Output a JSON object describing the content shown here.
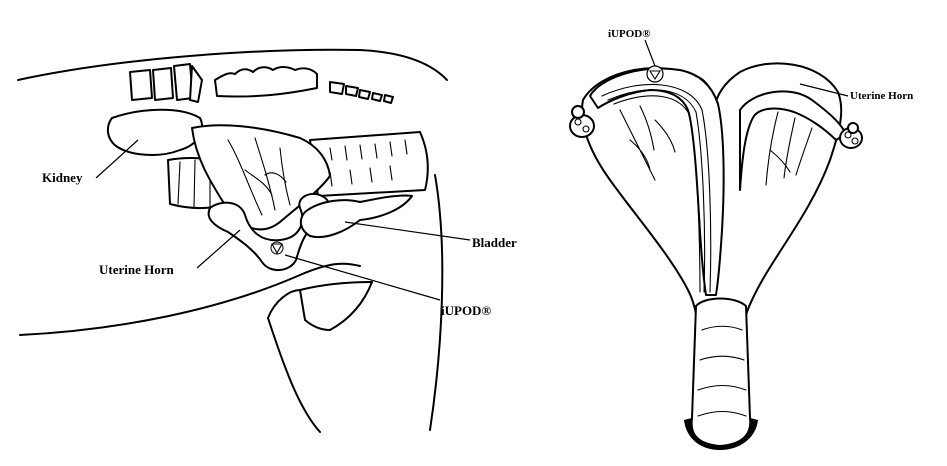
{
  "left_figure": {
    "labels": {
      "kidney": "Kidney",
      "uterine_horn": "Uterine Horn",
      "bladder": "Bladder",
      "iupod": "iUPOD®"
    }
  },
  "right_figure": {
    "labels": {
      "iupod": "iUPOD®",
      "uterine_horn": "Uterine Horn"
    }
  }
}
